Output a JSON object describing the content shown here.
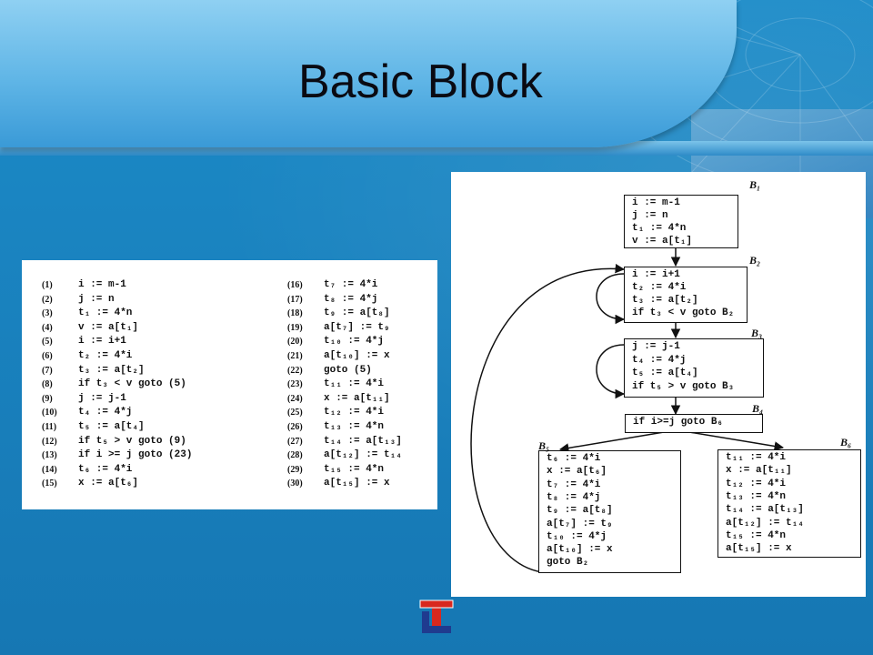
{
  "slide": {
    "title": "Basic Block"
  },
  "code_listing": {
    "left": [
      {
        "num": "(1)",
        "code": "i := m-1"
      },
      {
        "num": "(2)",
        "code": "j := n"
      },
      {
        "num": "(3)",
        "code": "t₁ := 4*n"
      },
      {
        "num": "(4)",
        "code": "v := a[t₁]"
      },
      {
        "num": "(5)",
        "code": "i := i+1"
      },
      {
        "num": "(6)",
        "code": "t₂ := 4*i"
      },
      {
        "num": "(7)",
        "code": "t₃ := a[t₂]"
      },
      {
        "num": "(8)",
        "code": "if t₃ < v goto (5)"
      },
      {
        "num": "(9)",
        "code": "j := j-1"
      },
      {
        "num": "(10)",
        "code": "t₄ := 4*j"
      },
      {
        "num": "(11)",
        "code": "t₅ := a[t₄]"
      },
      {
        "num": "(12)",
        "code": "if t₅ > v goto (9)"
      },
      {
        "num": "(13)",
        "code": "if i >= j goto (23)"
      },
      {
        "num": "(14)",
        "code": "t₆ := 4*i"
      },
      {
        "num": "(15)",
        "code": "x := a[t₆]"
      }
    ],
    "right": [
      {
        "num": "(16)",
        "code": "t₇ := 4*i"
      },
      {
        "num": "(17)",
        "code": "t₈ := 4*j"
      },
      {
        "num": "(18)",
        "code": "t₉ := a[t₈]"
      },
      {
        "num": "(19)",
        "code": "a[t₇] := t₉"
      },
      {
        "num": "(20)",
        "code": "t₁₀ := 4*j"
      },
      {
        "num": "(21)",
        "code": "a[t₁₀] := x"
      },
      {
        "num": "(22)",
        "code": "goto (5)"
      },
      {
        "num": "(23)",
        "code": "t₁₁ := 4*i"
      },
      {
        "num": "(24)",
        "code": "x := a[t₁₁]"
      },
      {
        "num": "(25)",
        "code": "t₁₂ := 4*i"
      },
      {
        "num": "(26)",
        "code": "t₁₃ := 4*n"
      },
      {
        "num": "(27)",
        "code": "t₁₄ := a[t₁₃]"
      },
      {
        "num": "(28)",
        "code": "a[t₁₂] := t₁₄"
      },
      {
        "num": "(29)",
        "code": "t₁₅ := 4*n"
      },
      {
        "num": "(30)",
        "code": "a[t₁₅] := x"
      }
    ]
  },
  "flow_graph": {
    "blocks": [
      {
        "label": "B₁",
        "lines": [
          "i := m-1",
          "j := n",
          "t₁ := 4*n",
          "v := a[t₁]"
        ]
      },
      {
        "label": "B₂",
        "lines": [
          "i := i+1",
          "t₂ := 4*i",
          "t₃ := a[t₂]",
          "if t₃ < v goto B₂"
        ]
      },
      {
        "label": "B₃",
        "lines": [
          "j := j-1",
          "t₄ := 4*j",
          "t₅ := a[t₄]",
          "if t₅ > v goto B₃"
        ]
      },
      {
        "label": "B₄",
        "lines": [
          "if i>=j goto B₆"
        ]
      },
      {
        "label": "B₅",
        "lines": [
          "t₆ := 4*i",
          "x := a[t₆]",
          "t₇ := 4*i",
          "t₈ := 4*j",
          "t₉ := a[t₈]",
          "a[t₇] := t₉",
          "t₁₀ := 4*j",
          "a[t₁₀] := x",
          "goto B₂"
        ]
      },
      {
        "label": "B₆",
        "lines": [
          "t₁₁ := 4*i",
          "x := a[t₁₁]",
          "t₁₂ := 4*i",
          "t₁₃ := 4*n",
          "t₁₄ := a[t₁₃]",
          "a[t₁₂] := t₁₄",
          "t₁₅ := 4*n",
          "a[t₁₅] := x"
        ]
      }
    ]
  },
  "colors": {
    "background": "#1a87c4",
    "title_bar": "#5fb5e6",
    "title_text": "#0a0a12"
  }
}
